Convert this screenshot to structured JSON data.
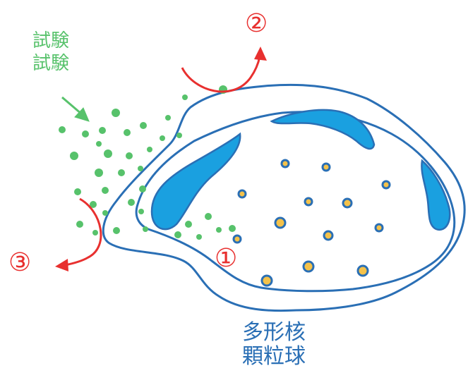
{
  "test_label_line1": "試験",
  "test_label_line2": "試験",
  "cell_label_line1": "多形核",
  "cell_label_line2": "顆粒球",
  "marker_1": "①",
  "marker_2": "②",
  "marker_3": "③",
  "colors": {
    "cell_outline": "#2a6fb5",
    "nucleus_fill": "#1aa0e0",
    "granule_fill": "#f4c24a",
    "particle_green": "#57c26b",
    "arrow_red": "#e8302f"
  }
}
